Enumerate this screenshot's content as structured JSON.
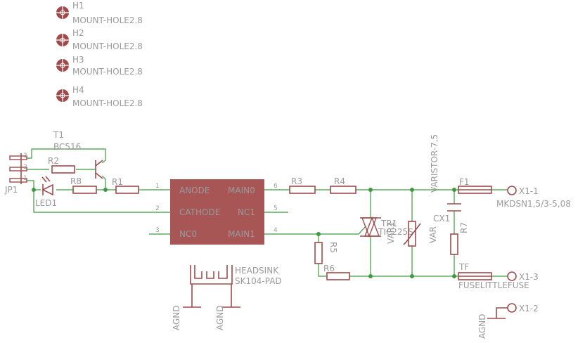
{
  "colors": {
    "symbol": "#a04b4b",
    "wire": "#3f9a3f",
    "text": "#9a9a9a",
    "ic_body": "#a85555",
    "background": "#ffffff"
  },
  "mount_holes": [
    {
      "name": "H1",
      "value": "MOUNT-HOLE2.8"
    },
    {
      "name": "H2",
      "value": "MOUNT-HOLE2.8"
    },
    {
      "name": "H3",
      "value": "MOUNT-HOLE2.8"
    },
    {
      "name": "H4",
      "value": "MOUNT-HOLE2.8"
    }
  ],
  "transistor": {
    "name": "T1",
    "value": "BC516"
  },
  "connector": {
    "name": "JP1",
    "pins": [
      "3",
      "2",
      "1"
    ]
  },
  "led": {
    "name": "LED1"
  },
  "resistors": {
    "r1": "R1",
    "r2": "R2",
    "r3": "R3",
    "r4": "R4",
    "r5": "R5",
    "r6": "R6",
    "r7": "R7",
    "r8": "R8"
  },
  "optocoupler": {
    "pins": [
      {
        "number": "1",
        "label": "ANODE"
      },
      {
        "number": "2",
        "label": "CATHODE"
      },
      {
        "number": "3",
        "label": "NC0"
      },
      {
        "number": "6",
        "label": "MAIN0"
      },
      {
        "number": "5",
        "label": "NC1"
      },
      {
        "number": "4",
        "label": "MAIN1"
      }
    ]
  },
  "triac": {
    "name": "TR1",
    "value": "TIC225S"
  },
  "varistor_1": {
    "name": "VAR1"
  },
  "varistor_2": {
    "name": "VAR",
    "value": "VARISTOR-7,5"
  },
  "capacitor": {
    "name": "CX1"
  },
  "fuse": {
    "name": "F1",
    "value": "FUSELITTLEFUSE",
    "holder": "TF"
  },
  "terminal": {
    "value": "MKDSN1,5/3-5,08",
    "pins": [
      "X1-1",
      "X1-3",
      "X1-2"
    ]
  },
  "heatsink": {
    "name": "HEADSINK",
    "value": "SK104-PAD"
  },
  "grounds": [
    "AGND",
    "AGND",
    "AGND"
  ]
}
